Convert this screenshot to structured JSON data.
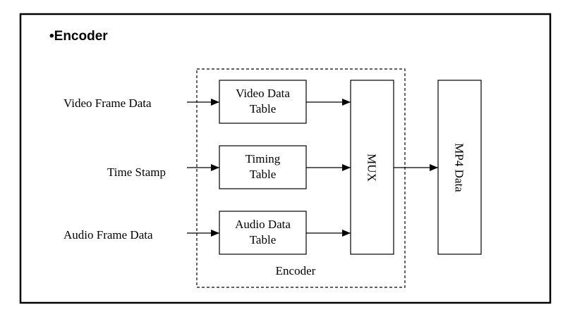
{
  "title": "•Encoder",
  "inputs": {
    "video": "Video Frame Data",
    "time": "Time Stamp",
    "audio": "Audio Frame Data"
  },
  "tables": {
    "video": [
      "Video Data",
      "Table"
    ],
    "timing": [
      "Timing",
      "Table"
    ],
    "audio": [
      "Audio Data",
      "Table"
    ]
  },
  "mux_label": "MUX",
  "output_label": "MP4 Data",
  "encoder_label": "Encoder"
}
